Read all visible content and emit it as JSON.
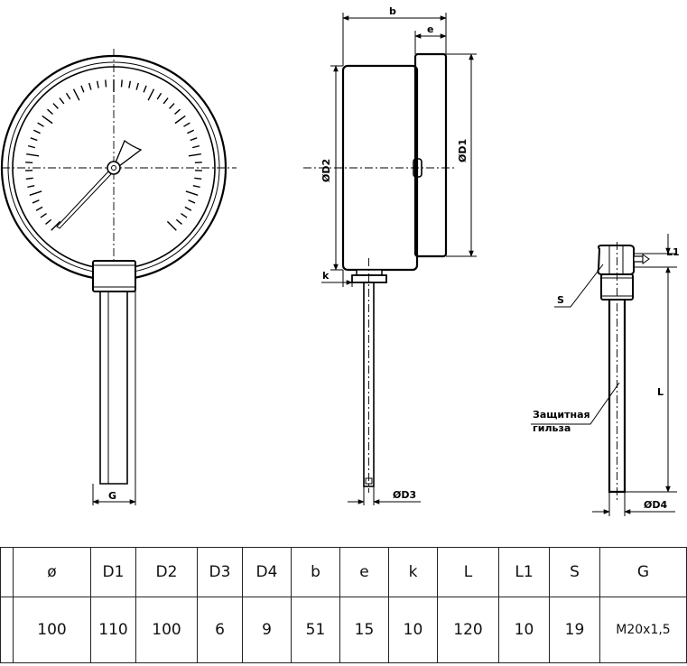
{
  "labels": {
    "b": "b",
    "e": "e",
    "d1": "ØD1",
    "d2": "ØD2",
    "d3": "ØD3",
    "d4": "ØD4",
    "k": "k",
    "g": "G",
    "s": "S",
    "l": "L",
    "l1": "L1",
    "sleeve_line1": "Защитная",
    "sleeve_line2": "гильза"
  },
  "table": {
    "headers": [
      "ø",
      "D1",
      "D2",
      "D3",
      "D4",
      "b",
      "e",
      "k",
      "L",
      "L1",
      "S",
      "G"
    ],
    "values": [
      "100",
      "110",
      "100",
      "6",
      "9",
      "51",
      "15",
      "10",
      "120",
      "10",
      "19",
      "M20x1,5"
    ]
  }
}
